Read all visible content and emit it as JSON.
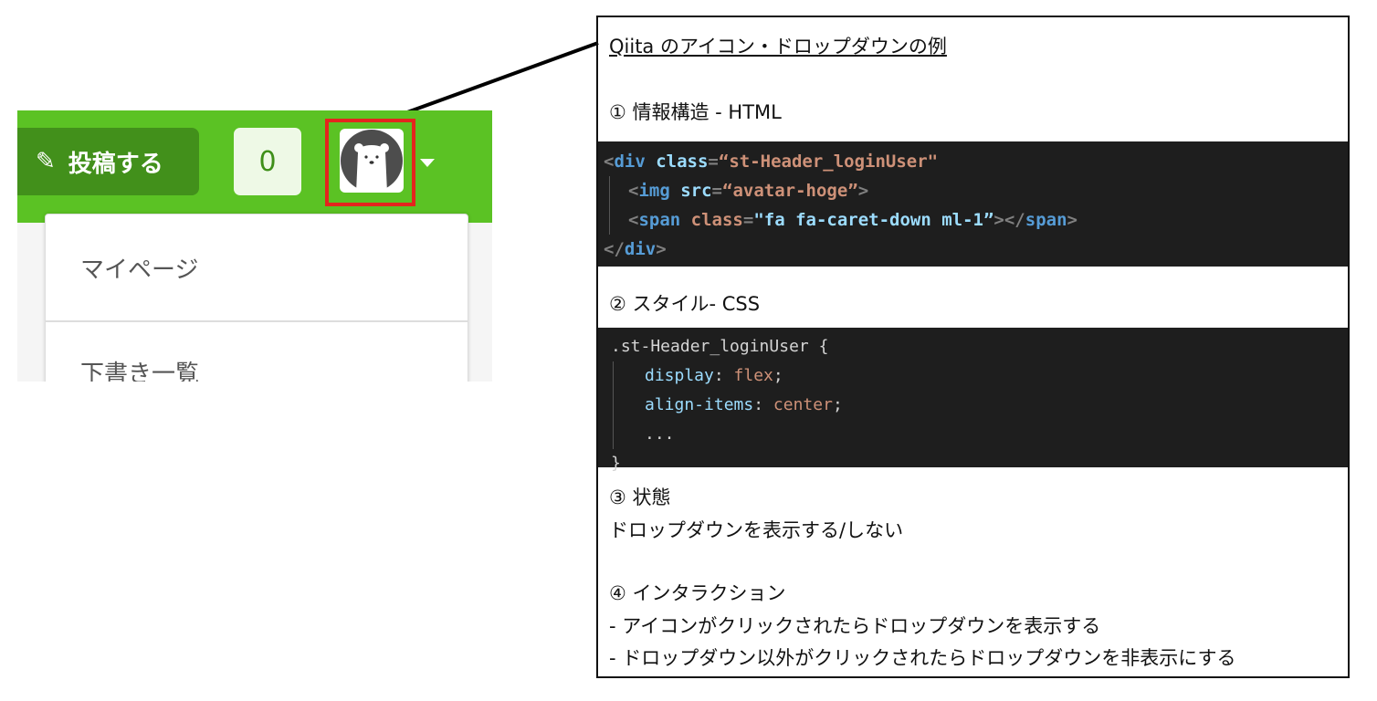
{
  "screenshot": {
    "post_button": {
      "icon": "pencil-icon",
      "label": "投稿する"
    },
    "notification_count": "0",
    "avatar": {
      "icon": "polar-bear-avatar-icon"
    },
    "caret": {
      "icon": "caret-down-icon"
    },
    "dropdown_items": [
      "マイページ",
      "下書き一覧"
    ],
    "colors": {
      "header": "#5bc224",
      "post_button": "#42901b",
      "highlight": "#e4251d"
    }
  },
  "panel": {
    "title": "Qiita のアイコン・ドロップダウンの例",
    "section1": "① 情報構造 - HTML",
    "html_code": {
      "l1": [
        "<",
        "div",
        " class",
        "=",
        "“st-Header_loginUser\""
      ],
      "l2": [
        "<",
        "img",
        " src",
        "=",
        "“avatar-hoge”",
        ">"
      ],
      "l3": [
        "<",
        "span",
        " class",
        "=",
        "\"fa fa-caret-down ml-1”",
        "></",
        "span",
        ">"
      ],
      "l4": [
        "</",
        "div",
        ">"
      ]
    },
    "section2": "② スタイル- CSS",
    "css_code": {
      "selector": ".st-Header_loginUser {",
      "p1": [
        "display",
        ": ",
        "flex",
        ";"
      ],
      "p2": [
        "align-items",
        ": ",
        "center",
        ";"
      ],
      "ellipsis": "...",
      "close": "}"
    },
    "section3": "③ 状態",
    "state_text": "ドロップダウンを表示する/しない",
    "section4": "④ インタラクション",
    "interactions": [
      "- アイコンがクリックされたらドロップダウンを表示する",
      "- ドロップダウン以外がクリックされたらドロップダウンを非表示にする"
    ]
  }
}
